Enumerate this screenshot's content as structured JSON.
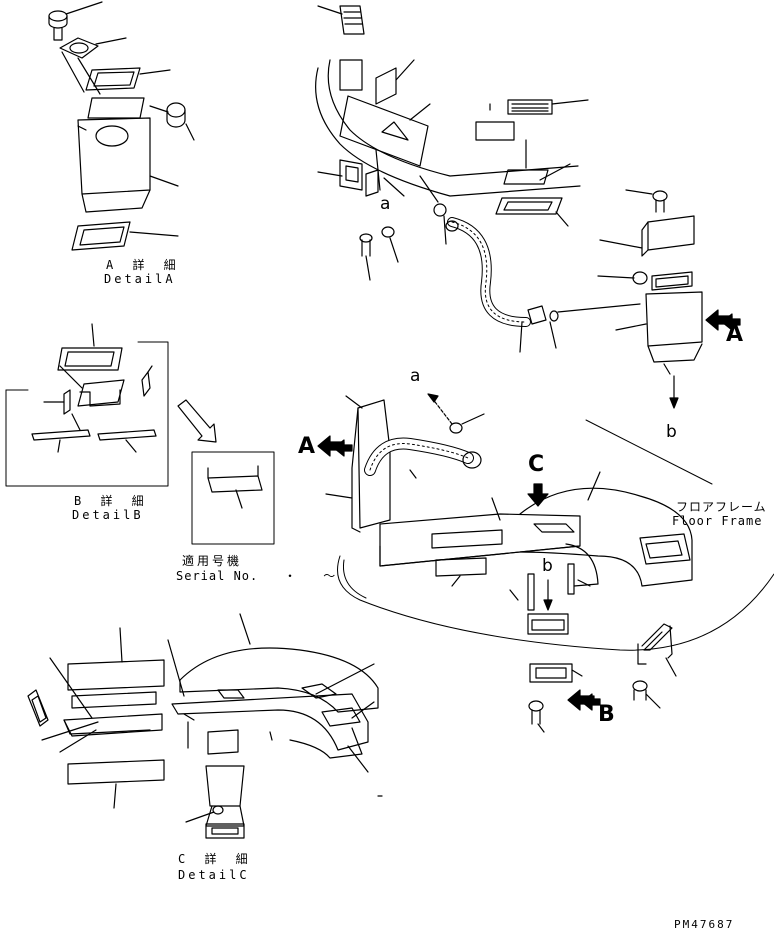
{
  "drawing_id": "PM47687",
  "details": {
    "a": {
      "jp": "A 詳 細",
      "en": "DetailA"
    },
    "b": {
      "jp": "B 詳 細",
      "en": "DetailB"
    },
    "c": {
      "jp": "C 詳 細",
      "en": "DetailC"
    }
  },
  "serial": {
    "jp": "適用号機",
    "en": "Serial No.",
    "range": "・ ～"
  },
  "floor_frame": {
    "jp": "フロアフレーム",
    "en": "Floor Frame"
  },
  "view_markers": {
    "A": "A",
    "B": "B",
    "C": "C"
  },
  "connection_letters": {
    "a": "a",
    "b": "b"
  }
}
